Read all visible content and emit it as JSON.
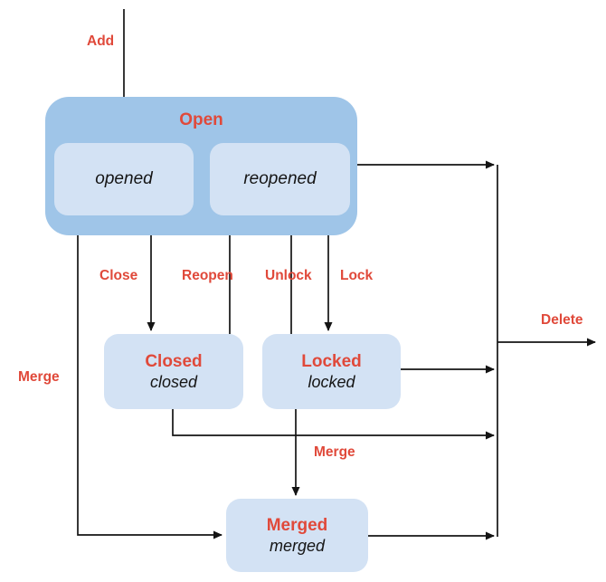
{
  "diagram": {
    "type": "state-diagram",
    "colors": {
      "container_fill": "#9fc5e8",
      "state_fill": "#d3e2f4",
      "label_red": "#e0493a",
      "line": "#141414",
      "background": "#ffffff"
    },
    "states": {
      "open": {
        "label": "Open",
        "substates": [
          {
            "label": "opened"
          },
          {
            "label": "reopened"
          }
        ]
      },
      "closed": {
        "title": "Closed",
        "subtitle": "closed"
      },
      "locked": {
        "title": "Locked",
        "subtitle": "locked"
      },
      "merged": {
        "title": "Merged",
        "subtitle": "merged"
      }
    },
    "transitions": {
      "add": "Add",
      "close": "Close",
      "reopen": "Reopen",
      "unlock": "Unlock",
      "lock": "Lock",
      "merge_left": "Merge",
      "merge_mid": "Merge",
      "delete": "Delete"
    }
  }
}
